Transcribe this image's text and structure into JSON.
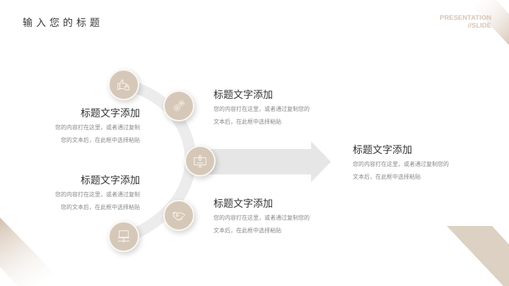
{
  "header": {
    "title": "输入您的标题",
    "brand_line1": "PRESENTATION",
    "brand_line2": "//SLIDE"
  },
  "colors": {
    "accent": "#d6c8b9",
    "arc": "#ececec",
    "arrow": "#e6e6e6",
    "brand_text": "#d7c4b5",
    "title_text": "#333333",
    "desc_text": "#888888"
  },
  "icons": [
    "thumbs-up-icon",
    "gears-icon",
    "rocket-monitor-icon",
    "handshake-icon",
    "laptop-network-icon"
  ],
  "items": [
    {
      "title": "标题文字添加",
      "line1": "您的内容打在这里，或者通过复制",
      "line2": "您的文本后，在此框中选择粘贴"
    },
    {
      "title": "标题文字添加",
      "line1": "您的内容打在这里，或者通过复制您的",
      "line2": "文本后，在此框中选择粘贴"
    },
    {
      "title": "标题文字添加",
      "line1": "您的内容打在这里，或者通过复制您的",
      "line2": "文本后，在此框中选择粘贴"
    },
    {
      "title": "标题文字添加",
      "line1": "您的内容打在这里，或者通过复制",
      "line2": "您的文本后，在此框中选择粘贴"
    },
    {
      "title": "标题文字添加",
      "line1": "您的内容打在这里，或者通过复制您的",
      "line2": "文本后，在此框中选择粘贴"
    }
  ]
}
